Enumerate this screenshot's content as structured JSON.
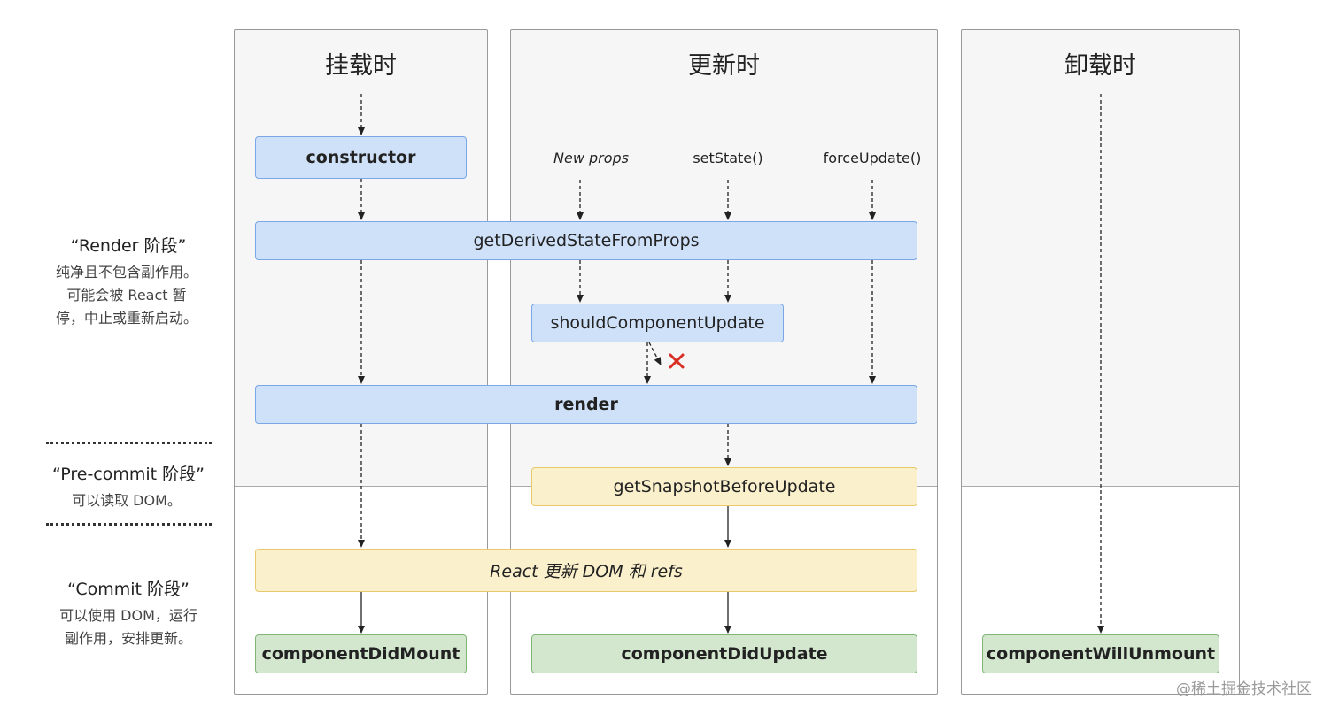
{
  "phases": {
    "mounting": {
      "title": "挂载时"
    },
    "updating": {
      "title": "更新时"
    },
    "unmounting": {
      "title": "卸载时"
    }
  },
  "triggers": {
    "new_props": "New props",
    "set_state": "setState()",
    "force_update": "forceUpdate()"
  },
  "boxes": {
    "constructor": "constructor",
    "get_derived_state": "getDerivedStateFromProps",
    "should_update": "shouldComponentUpdate",
    "render": "render",
    "get_snapshot": "getSnapshotBeforeUpdate",
    "react_update_dom": "React 更新 DOM 和 refs",
    "did_mount": "componentDidMount",
    "did_update": "componentDidUpdate",
    "will_unmount": "componentWillUnmount"
  },
  "side": {
    "render_phase": {
      "title": "“Render 阶段”",
      "desc_lines": [
        "纯净且不包含副作用。",
        "可能会被 React 暂",
        "停，中止或重新启动。"
      ]
    },
    "precommit_phase": {
      "title": "“Pre-commit 阶段”",
      "desc_lines": [
        "可以读取 DOM。"
      ]
    },
    "commit_phase": {
      "title": "“Commit 阶段”",
      "desc_lines": [
        "可以使用 DOM，运行",
        "副作用，安排更新。"
      ]
    }
  },
  "watermark": "@稀土掘金技术社区",
  "colors": {
    "blue_fill": "#cfe1f9",
    "yellow_fill": "#fbf0cc",
    "green_fill": "#d3e7cf",
    "cross": "#d93025"
  }
}
